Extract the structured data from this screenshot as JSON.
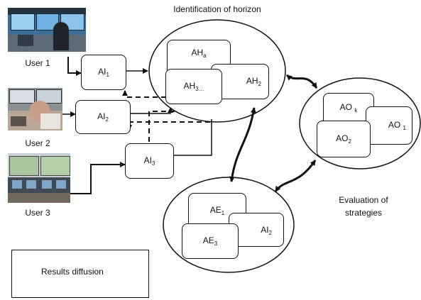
{
  "title": "Identification of horizon",
  "evaluation_label_line1": "Evaluation of",
  "evaluation_label_line2": "strategies",
  "users": [
    {
      "label": "User 1"
    },
    {
      "label": "User 2"
    },
    {
      "label": "User 3"
    }
  ],
  "ai_boxes": [
    {
      "base": "AI",
      "sub": "1"
    },
    {
      "base": "AI",
      "sub": "2"
    },
    {
      "base": "AI",
      "sub": "3"
    }
  ],
  "horizon_boxes": [
    {
      "base": "AH",
      "sub": "a"
    },
    {
      "base": "AH",
      "sub": "3…"
    },
    {
      "base": "AH",
      "sub": "2"
    }
  ],
  "strategy_boxes": [
    {
      "base": "AO ",
      "sub": "k"
    },
    {
      "base": "AO ",
      "sub": "1"
    },
    {
      "base": "AO",
      "sub": "2"
    }
  ],
  "evaluation_boxes": [
    {
      "base": "AE",
      "sub": "1"
    },
    {
      "base": "AI",
      "sub": "2"
    },
    {
      "base": "AE",
      "sub": "3"
    }
  ],
  "legend": {
    "results_diffusion": "Results diffusion",
    "icons": [
      "dashed-arrow-icon",
      "rounded-box-icon",
      "smiley-icon"
    ]
  }
}
